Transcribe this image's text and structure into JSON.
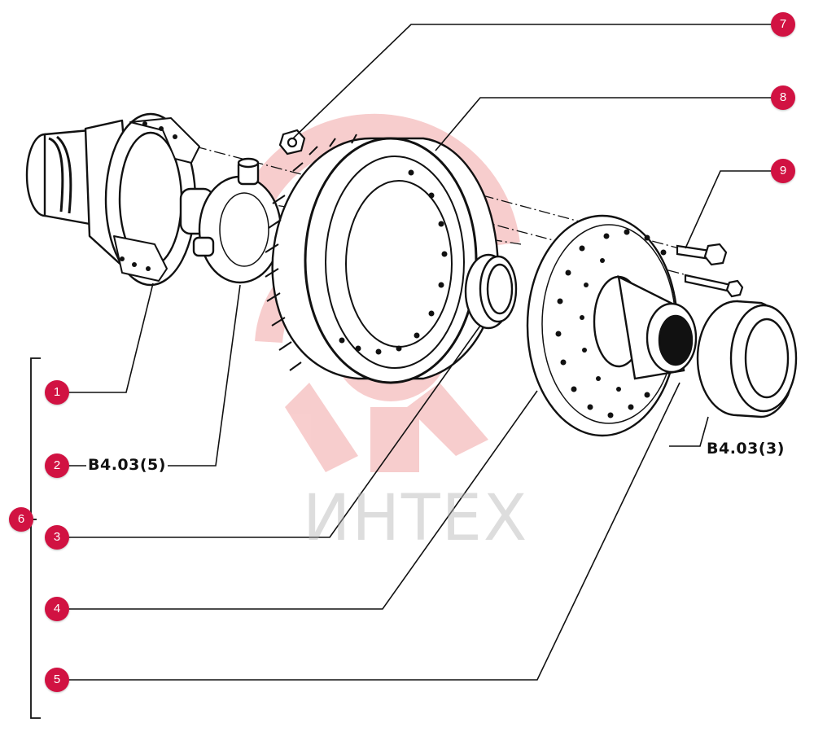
{
  "colors": {
    "callout": "#d11242",
    "ink": "#111111",
    "watermark_logo": "#f2a5a5",
    "watermark_text": "#b4b4b4"
  },
  "watermark": {
    "text": "ИНТЕХ"
  },
  "callouts": [
    {
      "id": "1",
      "label": "1"
    },
    {
      "id": "2",
      "label": "2"
    },
    {
      "id": "3",
      "label": "3"
    },
    {
      "id": "4",
      "label": "4"
    },
    {
      "id": "5",
      "label": "5"
    },
    {
      "id": "6",
      "label": "6"
    },
    {
      "id": "7",
      "label": "7"
    },
    {
      "id": "8",
      "label": "8"
    },
    {
      "id": "9",
      "label": "9"
    }
  ],
  "references": {
    "part2": "B4.03(5)",
    "bearing": "B4.03(3)"
  }
}
